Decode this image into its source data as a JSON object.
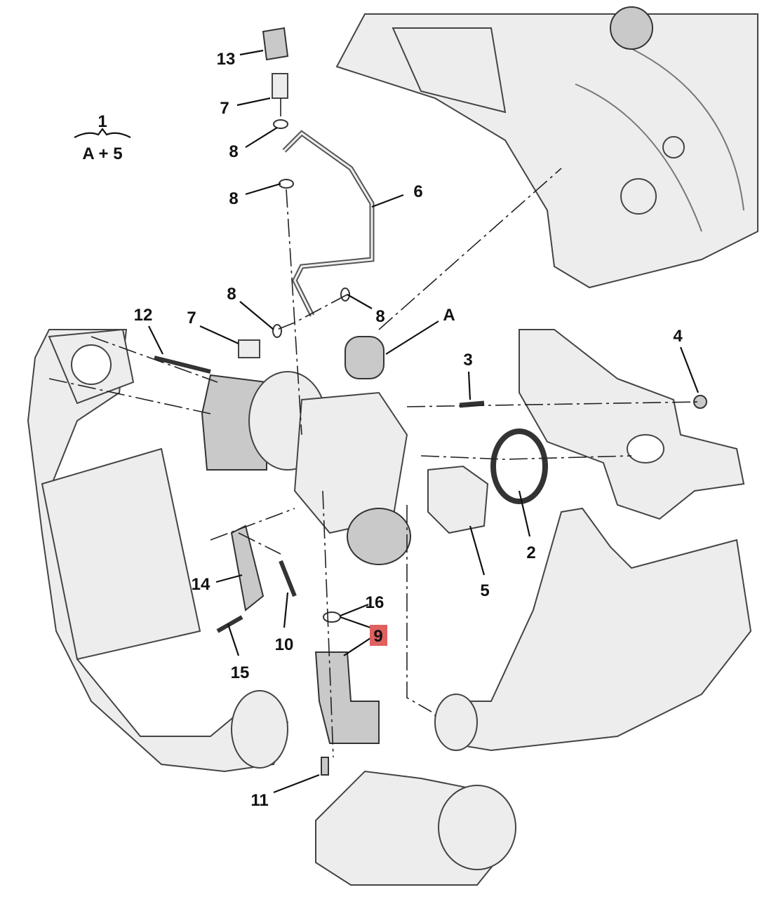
{
  "diagram": {
    "title_group": {
      "number": "1",
      "formula": "A + 5"
    },
    "highlight_color": "#e06060",
    "callouts": [
      {
        "id": "c13",
        "text": "13"
      },
      {
        "id": "c7a",
        "text": "7"
      },
      {
        "id": "c8a",
        "text": "8"
      },
      {
        "id": "c8b",
        "text": "8"
      },
      {
        "id": "c6",
        "text": "6"
      },
      {
        "id": "c8c",
        "text": "8"
      },
      {
        "id": "c12",
        "text": "12"
      },
      {
        "id": "c7b",
        "text": "7"
      },
      {
        "id": "c8d",
        "text": "8"
      },
      {
        "id": "cA",
        "text": "A"
      },
      {
        "id": "c3",
        "text": "3"
      },
      {
        "id": "c4",
        "text": "4"
      },
      {
        "id": "c2",
        "text": "2"
      },
      {
        "id": "c5",
        "text": "5"
      },
      {
        "id": "c14",
        "text": "14"
      },
      {
        "id": "c16",
        "text": "16"
      },
      {
        "id": "c9",
        "text": "9"
      },
      {
        "id": "c10",
        "text": "10"
      },
      {
        "id": "c15",
        "text": "15"
      },
      {
        "id": "c11",
        "text": "11"
      }
    ]
  }
}
